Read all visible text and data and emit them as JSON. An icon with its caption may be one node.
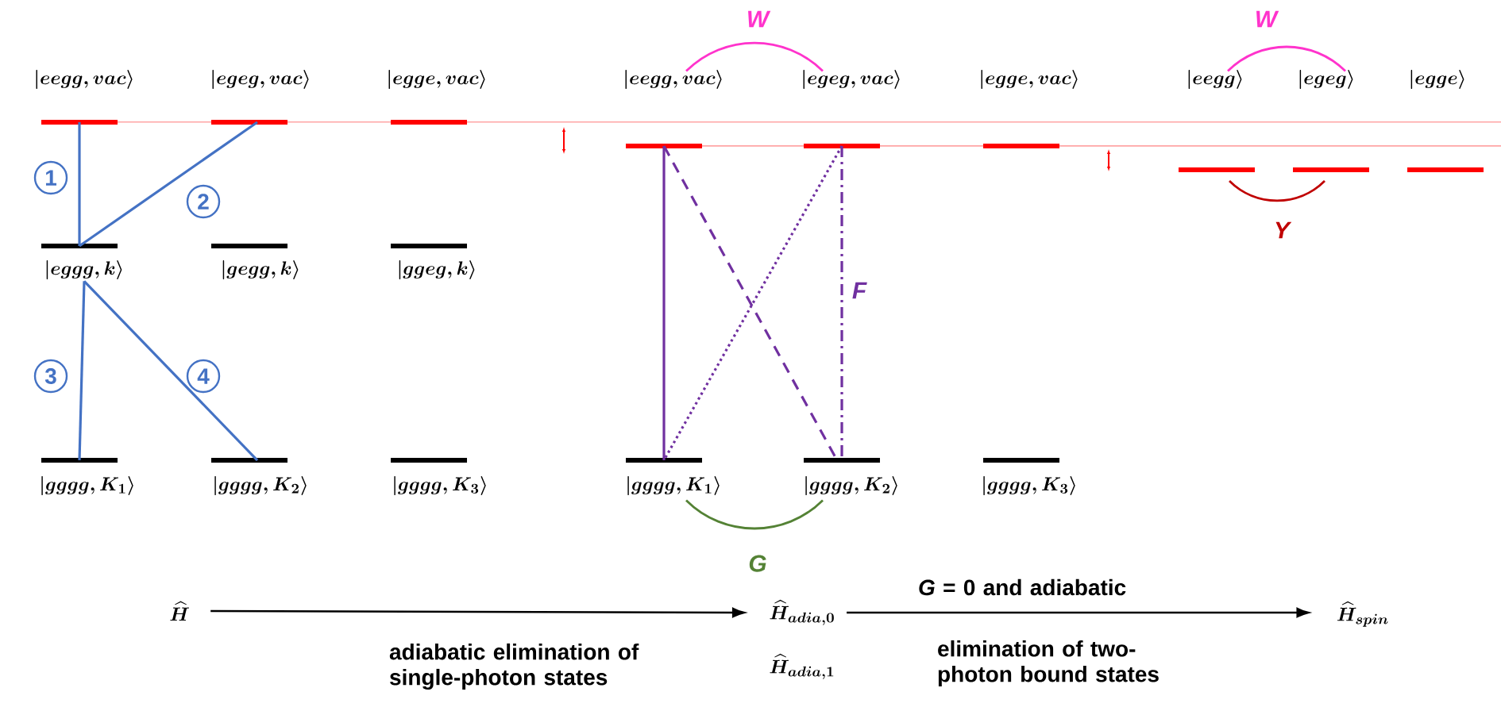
{
  "diagram": {
    "nodes": [
      {
        "text": [
          "|eegg,vac\\rangle"
        ]
      },
      {
        "text": [
          "|egeg,vac\\rangle"
        ]
      },
      {
        "text": [
          "|egge,vac\\rangle"
        ]
      },
      {
        "text": [
          "|eggg,k\\rangle"
        ]
      },
      {
        "text": [
          "|gegg,k\\rangle"
        ]
      },
      {
        "text": [
          "|ggeg,k\\rangle"
        ]
      },
      {
        "text": [
          "|gggg,K_1\\rangle"
        ]
      },
      {
        "text": [
          "|gggg,K_2\\rangle"
        ]
      },
      {
        "text": [
          "|gggg,K_3\\rangle"
        ]
      },
      {
        "text": [
          "|eegg,vac\\rangle"
        ]
      },
      {
        "text": [
          "|egeg,vac\\rangle"
        ]
      },
      {
        "text": [
          "|egge,vac\\rangle"
        ]
      },
      {
        "text": [
          "|gggg,K_1\\rangle"
        ]
      },
      {
        "text": [
          "|gggg,K_2\\rangle"
        ]
      },
      {
        "text": [
          "|gggg,K_3\\rangle"
        ]
      },
      {
        "text": [
          "|eegg\\rangle"
        ]
      },
      {
        "text": [
          "|egeg\\rangle"
        ]
      },
      {
        "text": [
          "|egge\\rangle"
        ]
      },
      {
        "text": [
          "\\widehat{H}"
        ]
      },
      {
        "text": [
          "\\widehat{H}_{adia,0}",
          "\\widehat{H}_{adia,1}"
        ]
      },
      {
        "text": [
          "\\widehat{H}_{spin}"
        ]
      }
    ],
    "edges": [
      {
        "from": 3,
        "to": 0,
        "arrow": "none",
        "label": "1",
        "color": "#4472c4"
      },
      {
        "from": 3,
        "to": 1,
        "arrow": "none",
        "label": "2",
        "color": "#4472c4"
      },
      {
        "from": 3,
        "to": 6,
        "arrow": "none",
        "label": "3",
        "color": "#4472c4"
      },
      {
        "from": 3,
        "to": 7,
        "arrow": "none",
        "label": "4",
        "color": "#4472c4"
      },
      {
        "from": 9,
        "to": 12,
        "arrow": "none",
        "color": "#7030a0"
      },
      {
        "from": 9,
        "to": 13,
        "arrow": "none",
        "style": "dashed",
        "color": "#7030a0"
      },
      {
        "from": 10,
        "to": 12,
        "arrow": "none",
        "style": "dashed",
        "color": "#7030a0"
      },
      {
        "from": 10,
        "to": 13,
        "arrow": "none",
        "style": "dashed",
        "label": "F",
        "color": "#7030a0"
      },
      {
        "from": 9,
        "to": 10,
        "arrow": "none",
        "label": "W",
        "color": "#ff33cc"
      },
      {
        "from": 12,
        "to": 13,
        "arrow": "none",
        "label": "G",
        "color": "#548235"
      },
      {
        "from": 15,
        "to": 16,
        "arrow": "none",
        "label": "W",
        "color": "#ff33cc"
      },
      {
        "from": 15,
        "to": 16,
        "arrow": "none",
        "label": "Y",
        "color": "#c00000"
      },
      {
        "from": 18,
        "to": 19,
        "arrow": "to",
        "label": "adiabatic elimination of single-photon states",
        "color": "#000000"
      },
      {
        "from": 19,
        "to": 20,
        "arrow": "to",
        "label": "*G* = 0 and  adiabatic",
        "color": "#000000"
      }
    ],
    "labels": [
      "elimination of two-photon bound states"
    ]
  }
}
